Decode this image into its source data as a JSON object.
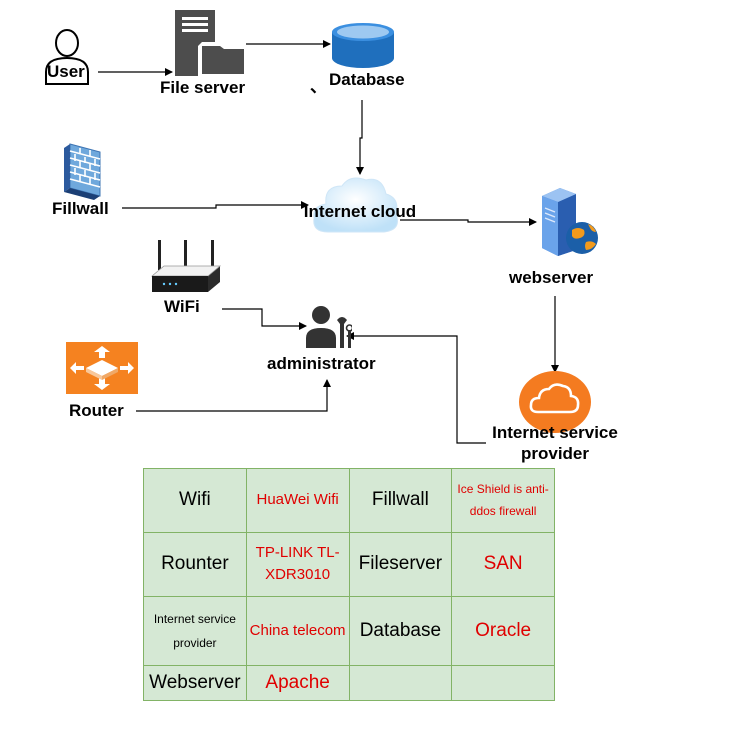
{
  "nodes": {
    "user": "User",
    "file_server": "File server",
    "database": "Database",
    "db_mark": "、",
    "fillwall": "Fillwall",
    "internet_cloud": "Internet cloud",
    "wifi": "WiFi",
    "webserver": "webserver",
    "administrator": "administrator",
    "router": "Router",
    "isp_line1": "Internet service",
    "isp_line2": "provider"
  },
  "table": {
    "rows": [
      [
        {
          "text": "Wifi"
        },
        {
          "text": "HuaWei Wifi"
        },
        {
          "text": "Fillwall"
        },
        {
          "text": "Ice Shield is anti-ddos firewall"
        }
      ],
      [
        {
          "text": "Rounter"
        },
        {
          "text": "TP-LINK TL-XDR3010"
        },
        {
          "text": "Fileserver"
        },
        {
          "text": "SAN"
        }
      ],
      [
        {
          "text": "Internet service provider"
        },
        {
          "text": "China telecom"
        },
        {
          "text": "Database"
        },
        {
          "text": "Oracle"
        }
      ],
      [
        {
          "text": "Webserver"
        },
        {
          "text": "Apache"
        },
        {
          "text": ""
        },
        {
          "text": ""
        }
      ]
    ]
  },
  "colors": {
    "wire": "#000000",
    "table_fill": "#d5e8d4",
    "table_border": "#82b366",
    "value_text": "#e00000",
    "router_orange": "#f58220",
    "isp_orange": "#f47b20",
    "db_blue": "#1f6fbd"
  }
}
